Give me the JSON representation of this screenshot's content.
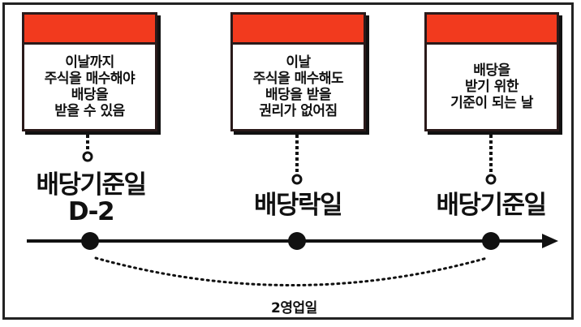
{
  "cards": [
    {
      "text": "이날까지\n주식을 매수해야\n배당을\n받을 수 있음"
    },
    {
      "text": "이날\n주식을 매수해도\n배당을 받을\n권리가 없어짐"
    },
    {
      "text": "배당을\n받기 위한\n기준이 되는 날"
    }
  ],
  "events": [
    {
      "label": "배당기준일\nD-2"
    },
    {
      "label": "배당락일"
    },
    {
      "label": "배당기준일"
    }
  ],
  "gap_label": "2영업일",
  "colors": {
    "card_header": "#f23a1e",
    "ink": "#111111"
  }
}
